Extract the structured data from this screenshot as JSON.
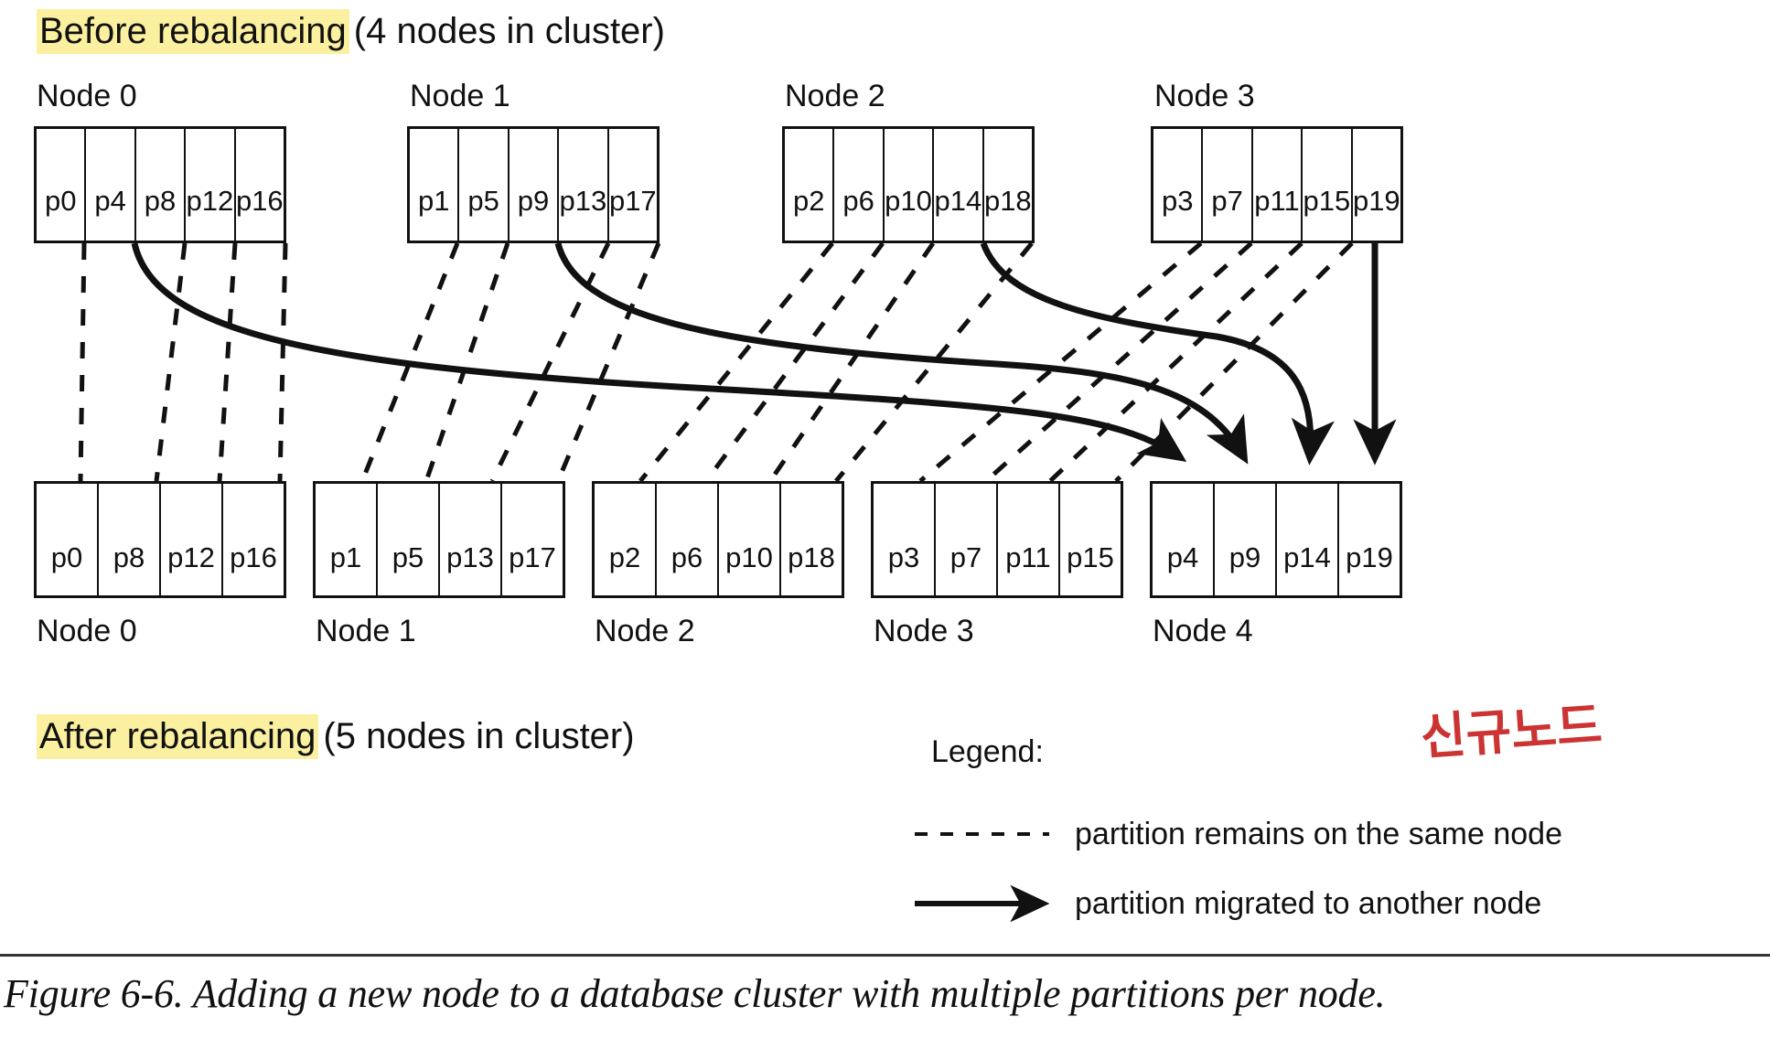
{
  "figure": {
    "caption": "Figure 6-6. Adding a new node to a database cluster with multiple partitions per node."
  },
  "before": {
    "heading_highlight": "Before rebalancing",
    "heading_rest": "(4 nodes in cluster)",
    "nodes": [
      {
        "label": "Node 0",
        "partitions": [
          "p0",
          "p4",
          "p8",
          "p12",
          "p16"
        ]
      },
      {
        "label": "Node 1",
        "partitions": [
          "p1",
          "p5",
          "p9",
          "p13",
          "p17"
        ]
      },
      {
        "label": "Node 2",
        "partitions": [
          "p2",
          "p6",
          "p10",
          "p14",
          "p18"
        ]
      },
      {
        "label": "Node 3",
        "partitions": [
          "p3",
          "p7",
          "p11",
          "p15",
          "p19"
        ]
      }
    ]
  },
  "after": {
    "heading_highlight": "After rebalancing",
    "heading_rest": "(5 nodes in cluster)",
    "nodes": [
      {
        "label": "Node 0",
        "partitions": [
          "p0",
          "p8",
          "p12",
          "p16"
        ]
      },
      {
        "label": "Node 1",
        "partitions": [
          "p1",
          "p5",
          "p13",
          "p17"
        ]
      },
      {
        "label": "Node 2",
        "partitions": [
          "p2",
          "p6",
          "p10",
          "p18"
        ]
      },
      {
        "label": "Node 3",
        "partitions": [
          "p3",
          "p7",
          "p11",
          "p15"
        ]
      },
      {
        "label": "Node 4",
        "partitions": [
          "p4",
          "p9",
          "p14",
          "p19"
        ]
      }
    ]
  },
  "legend": {
    "title": "Legend:",
    "items": [
      {
        "icon": "dashed-line-icon",
        "text": "partition remains on the same node"
      },
      {
        "icon": "solid-arrow-icon",
        "text": "partition migrated to another node"
      }
    ]
  },
  "annotation": {
    "text": "신규노드",
    "color": "#cc3333"
  },
  "colors": {
    "highlight": "#fbf0a0",
    "ink": "#111111",
    "annotation": "#cc3333"
  }
}
